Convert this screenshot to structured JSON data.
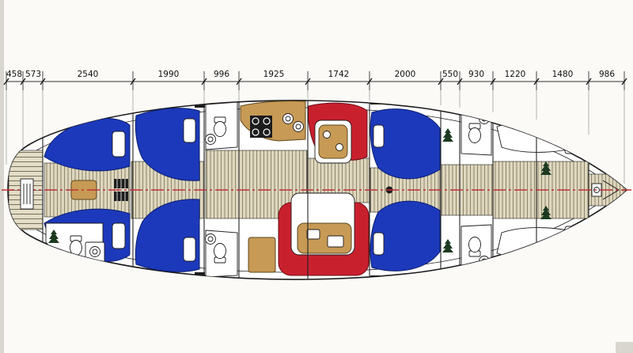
{
  "dims": {
    "labels": [
      "458",
      "573",
      "2540",
      "1990",
      "996",
      "1925",
      "1742",
      "2000",
      "550",
      "930",
      "1220",
      "1480",
      "986"
    ]
  },
  "colors": {
    "line": "#1c1c1c",
    "berth_blue": "#1c39bb",
    "settee_red": "#c9202e",
    "wood_tan": "#c79a55",
    "floor_base": "#ded7bf",
    "floor_line": "#8d8568",
    "centerline_red": "#c03038",
    "tree_green": "#1d3a20",
    "paper": "#fbfaf7"
  }
}
